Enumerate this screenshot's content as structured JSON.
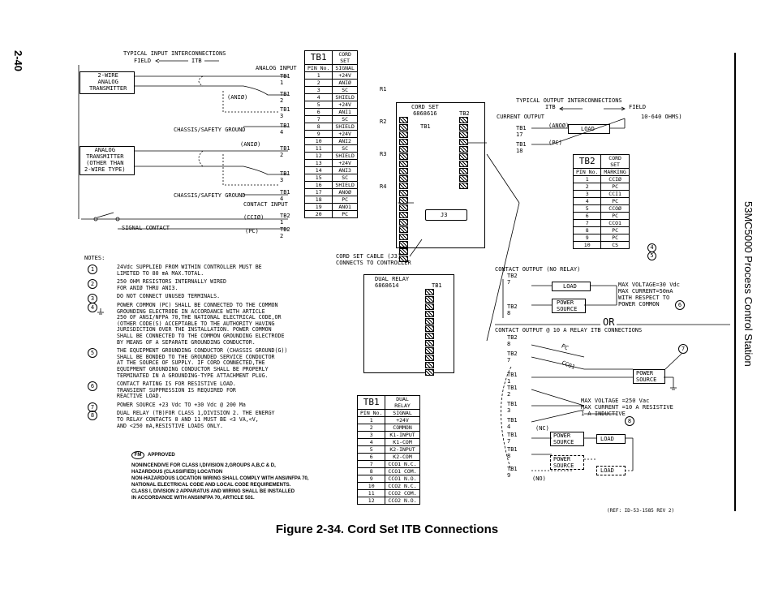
{
  "page_number": "2-40",
  "side_title": "53MC5000 Process Control Station",
  "caption": "Figure 2-34.  Cord Set ITB Connections",
  "typical_input": {
    "title": "TYPICAL INPUT INTERCONNECTIONS",
    "field": "FIELD",
    "itb": "ITB",
    "analog_input": "ANALOG INPUT",
    "contact_input": "CONTACT INPUT"
  },
  "left_labels": {
    "two_wire": "2-WIRE\nANALOG\nTRANSMITTER",
    "analog_other": "ANALOG\nTRANSMITTER\n(OTHER THAN\n2-WIRE TYPE)",
    "chassis1": "CHASSIS/SAFETY GROUND",
    "chassis2": "CHASSIS/SAFETY GROUND",
    "ani0": "(ANIØ)",
    "ani1": "(ANIØ)",
    "signal_contact": "SIGNAL CONTACT",
    "cci0": "(CCIØ)",
    "pc": "(PC)",
    "tb1_1": "TB1\n1",
    "tb1_2": "TB1\n2",
    "tb1_3": "TB1\n3",
    "tb1_4": "TB1\n4",
    "tb1_2b": "TB1\n2",
    "tb1_3b": "TB1\n3",
    "tb1_4b": "TB1\n4",
    "tb2_1": "TB2\n1",
    "tb2_2": "TB2\n2"
  },
  "tb1_table": {
    "title": "TB1",
    "cord_set": "CORD\nSET",
    "h1": "PIN No.",
    "h2": "SIGNAL",
    "rows": [
      [
        "1",
        "+24V"
      ],
      [
        "2",
        "ANIØ"
      ],
      [
        "3",
        "SC"
      ],
      [
        "4",
        "SHIELD"
      ],
      [
        "5",
        "+24V"
      ],
      [
        "6",
        "ANI1"
      ],
      [
        "7",
        "SC"
      ],
      [
        "8",
        "SHIELD"
      ],
      [
        "9",
        "+24V"
      ],
      [
        "10",
        "ANI2"
      ],
      [
        "11",
        "SC"
      ],
      [
        "12",
        "SHIELD"
      ],
      [
        "13",
        "+24V"
      ],
      [
        "14",
        "ANI3"
      ],
      [
        "15",
        "SC"
      ],
      [
        "16",
        "SHIELD"
      ],
      [
        "17",
        "ANOØ"
      ],
      [
        "18",
        "PC"
      ],
      [
        "19",
        "ANO1"
      ],
      [
        "20",
        "PC"
      ]
    ],
    "resistors": [
      "R1",
      "R2",
      "R3",
      "R4"
    ]
  },
  "cord_set_board": {
    "title": "CORD SET\n6868616",
    "tb2": "TB2",
    "tb1": "TB1",
    "j3": "J3",
    "cable_label": "CORD SET CABLE (J3)\nCONNECTS TO CONTROLLER"
  },
  "dual_relay_board": {
    "title": "DUAL RELAY\n6868614",
    "tb1": "TB1"
  },
  "dual_relay_table": {
    "title": "TB1",
    "dual_relay": "DUAL\nRELAY",
    "h1": "PIN No.",
    "h2": "SIGNAL",
    "rows": [
      [
        "1",
        "+24V"
      ],
      [
        "2",
        "COMMON"
      ],
      [
        "3",
        "K1-INPUT"
      ],
      [
        "4",
        "K1-COM"
      ],
      [
        "5",
        "K2-INPUT"
      ],
      [
        "6",
        "K2-COM"
      ],
      [
        "7",
        "CCO1 N.C."
      ],
      [
        "8",
        "CCO1 COM."
      ],
      [
        "9",
        "CCO1 N.O."
      ],
      [
        "10",
        "CCO2 N.C."
      ],
      [
        "11",
        "CCO2 COM."
      ],
      [
        "12",
        "CCO2 N.O."
      ]
    ]
  },
  "tb2_table": {
    "title": "TB2",
    "cord_set": "CORD\nSET",
    "h1": "PIN No.",
    "h2": "MARKING",
    "rows": [
      [
        "1",
        "CCIØ"
      ],
      [
        "2",
        "PC"
      ],
      [
        "3",
        "CCI1"
      ],
      [
        "4",
        "PC"
      ],
      [
        "5",
        "CCOØ"
      ],
      [
        "6",
        "PC"
      ],
      [
        "7",
        "CCO1"
      ],
      [
        "8",
        "PC"
      ],
      [
        "9",
        "PC"
      ],
      [
        "10",
        "CS"
      ]
    ],
    "notes": [
      "4",
      "5"
    ]
  },
  "typical_output": {
    "title": "TYPICAL OUTPUT INTERCONNECTIONS",
    "itb": "ITB",
    "field": "FIELD",
    "current_output": "CURRENT OUTPUT",
    "ohms": "10-640 OHMS)",
    "ano0": "(ANOØ)",
    "pc": "(PC)",
    "load": "LOAD",
    "tb1_17": "TB1\n17",
    "tb1_18": "TB1\n18"
  },
  "contact_output": {
    "title": "CONTACT OUTPUT (NO RELAY)",
    "tb2_7": "TB2\n7",
    "tb2_8": "TB2\n8",
    "load": "LOAD",
    "power_source": "POWER\nSOURCE",
    "max_spec": "MAX VOLTAGE=30 Vdc\nMAX CURRENT=50mA\nWITH RESPECT TO\nPOWER COMMON",
    "note": "6",
    "or": "OR"
  },
  "relay_output": {
    "title": "CONTACT OUTPUT @ 10 A RELAY ITB CONNECTIONS",
    "tb2_8": "TB2\n8",
    "tb2_7": "TB2\n7",
    "pc": "PC",
    "cco1": "CCO1",
    "power_source": "POWER\nSOURCE",
    "power_source2": "POWER\nSOURCE",
    "power_source3": "POWER\nSOURCE",
    "load": "LOAD",
    "load2": "LOAD",
    "max_spec": "MAX VOLTAGE =250 Vac\nMAX CURRENT =10 A RESISTIVE\n1 A INDUCTIVE",
    "nc": "(NC)",
    "no": "(NO)",
    "note7": "7",
    "note8": "8",
    "tb_labels": [
      "TB1\n1",
      "TB1\n2",
      "TB1\n3",
      "TB1\n4",
      "TB1\n7",
      "TB1\n8",
      "TB1\n9"
    ]
  },
  "ref": "(REF: ID-53-1585 REV 2)",
  "notes_title": "NOTES:",
  "notes": [
    {
      "n": "1",
      "text": "24Vdc SUPPLIED FROM WITHIN CONTROLLER MUST BE\nLIMITED TO 80 mA MAX.TOTAL."
    },
    {
      "n": "2",
      "text": "250 OHM RESISTORS INTERNALLY WIRED\nFOR ANIØ THRU ANI3."
    },
    {
      "n": "3",
      "text": "DO NOT CONNECT UNUSED TERMINALS."
    },
    {
      "n": "4",
      "text": "POWER COMMON (PC) SHALL BE CONNECTED TO THE COMMON\nGROUNDING ELECTRODE IN ACCORDANCE WITH ARTICLE\n250 OF ANSI/NFPA 70,THE NATIONAL ELECTRICAL CODE,OR\n(OTHER CODE(S) ACCEPTABLE TO THE AUTHORITY HAVING\nJURISDICTION OVER THE INSTALLATION. POWER COMMON\nSHALL BE CONNECTED TO THE COMMON GROUNDING ELECTRODE\nBY MEANS OF A SEPARATE GROUNDING CONDUCTOR."
    },
    {
      "n": "5",
      "text": "THE EQUIPMENT GROUNDING CONDUCTOR (CHASSIS GROUND(G))\nSHALL BE BONDED TO THE GROUNDED SERVICE CONDUCTOR\nAT THE SOURCE OF SUPPLY. IF CORD CONNECTED,THE\nEQUIPMENT GROUNDING CONDUCTOR SHALL BE PROPERLY\nTERMINATED IN A GROUNDING-TYPE ATTACHMENT PLUG."
    },
    {
      "n": "6",
      "text": "CONTACT RATING IS FOR RESISTIVE LOAD.\nTRANSIENT SUPPRESSION IS REQUIRED FOR\nREACTIVE LOAD."
    },
    {
      "n": "7",
      "text": "POWER SOURCE +23 Vdc TO +30 Vdc @ 200 Ma"
    },
    {
      "n": "8",
      "text": "DUAL RELAY (TB)FOR CLASS 1,DIVISION 2. THE ENERGY\nTO RELAY CONTACTS 8 AND 11 MUST BE <3 VA,<V,\nAND <250 mA,RESISTIVE LOADS ONLY."
    }
  ],
  "approval": {
    "fm": "FM",
    "approved": "APPROVED",
    "lines": "NONINCENDIVE FOR CLASS I,DIVISION 2,GROUPS A,B,C & D,\nHAZARDOUS (CLASSIFIED) LOCATION\nNON-HAZARDOUS LOCATION WIRING SHALL COMPLY WITH ANSI/NFPA 70,\nNATIONAL ELECTRICAL CODE AND LOCAL CODE REQUIREMENTS.\nCLASS I, DIVISION 2 APPARATUS AND WIRING SHALL BE INSTALLED\nIN ACCORDANCE WITH ANSI/NFPA 70, ARTICLE 501."
  }
}
